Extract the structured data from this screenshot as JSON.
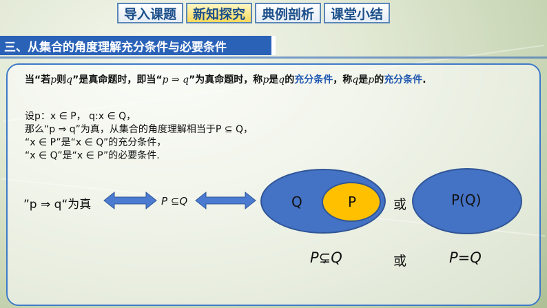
{
  "nav": {
    "tabs": [
      {
        "label": "导入课题"
      },
      {
        "label": "新知探究"
      },
      {
        "label": "典例剖析"
      },
      {
        "label": "课堂小结"
      }
    ],
    "active_index": 1
  },
  "section": {
    "title": "三、从集合的角度理解充分条件与必要条件"
  },
  "definition": {
    "part1": "当“若",
    "p1": "p",
    "part2": "则",
    "q1": "q",
    "part3": "”是真命题时，即当“",
    "impl": "p ⇒ q",
    "part4": "”为真命题时，称",
    "p2": "p",
    "part5": "是",
    "q2": "q",
    "part6": "的",
    "suff": "充分条件",
    "part7": "，称",
    "q3": "q",
    "part8": "是",
    "p3": "p",
    "part9": "的",
    "nec": "充分条件",
    "part10": "."
  },
  "body": {
    "line1": "设p：x ∈ P， q:x ∈ Q，",
    "line2": "那么“p ⇒ q”为真，从集合的角度理解相当于P ⊆ Q，",
    "line3": "“x ∈ P”是“x ∈ Q”的充分条件，",
    "line4": "“x ∈ Q”是“x ∈ P”的必要条件."
  },
  "relation": {
    "prop": "”p ⇒ q“为真",
    "subset": "P ⊆Q"
  },
  "diagram": {
    "outer_label": "Q",
    "inner_label": "P",
    "or_text": "或",
    "equal_label": "P(Q)",
    "bottom_left": "P⊊Q",
    "bottom_or": "或",
    "bottom_right": "P=Q",
    "colors": {
      "outer": "#4472c4",
      "inner": "#ffc000",
      "arrow": "#4a7bd0"
    }
  }
}
